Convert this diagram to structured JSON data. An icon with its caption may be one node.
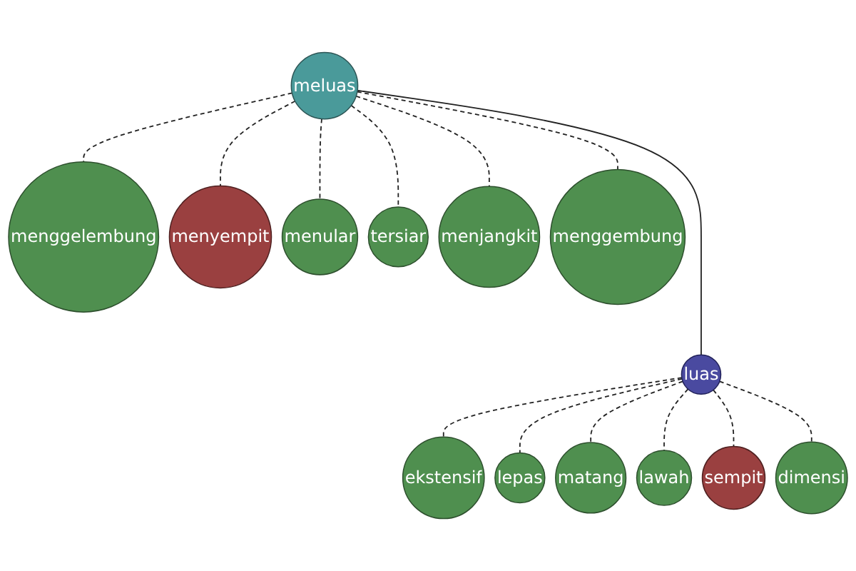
{
  "diagram": {
    "nodes": [
      {
        "text": [
          "menggelembung"
        ]
      },
      {
        "text": [
          "menyempit"
        ]
      },
      {
        "text": [
          "menular"
        ]
      },
      {
        "text": [
          "meluas"
        ]
      },
      {
        "text": [
          "tersiar"
        ]
      },
      {
        "text": [
          "menjangkit"
        ]
      },
      {
        "text": [
          "menggembung"
        ]
      },
      {
        "text": [
          "ekstensif"
        ]
      },
      {
        "text": [
          "luas"
        ]
      },
      {
        "text": [
          "lepas"
        ]
      },
      {
        "text": [
          "matang"
        ]
      },
      {
        "text": [
          "lawah"
        ]
      },
      {
        "text": [
          "sempit"
        ]
      },
      {
        "text": [
          "dimensi"
        ]
      }
    ],
    "edges": [
      {
        "from": 3,
        "to": 0,
        "arrow": "none",
        "style": "dashed"
      },
      {
        "from": 3,
        "to": 1,
        "arrow": "none",
        "style": "dashed"
      },
      {
        "from": 3,
        "to": 2,
        "arrow": "none",
        "style": "dashed"
      },
      {
        "from": 3,
        "to": 4,
        "arrow": "none",
        "style": "dashed"
      },
      {
        "from": 3,
        "to": 5,
        "arrow": "none",
        "style": "dashed"
      },
      {
        "from": 3,
        "to": 6,
        "arrow": "none",
        "style": "dashed"
      },
      {
        "from": 3,
        "to": 8,
        "arrow": "none"
      },
      {
        "from": 8,
        "to": 7,
        "arrow": "none",
        "style": "dashed"
      },
      {
        "from": 8,
        "to": 9,
        "arrow": "none",
        "style": "dashed"
      },
      {
        "from": 8,
        "to": 10,
        "arrow": "none",
        "style": "dashed"
      },
      {
        "from": 8,
        "to": 11,
        "arrow": "none",
        "style": "dashed"
      },
      {
        "from": 8,
        "to": 12,
        "arrow": "none",
        "style": "dashed"
      },
      {
        "from": 8,
        "to": 13,
        "arrow": "none",
        "style": "dashed"
      }
    ]
  }
}
